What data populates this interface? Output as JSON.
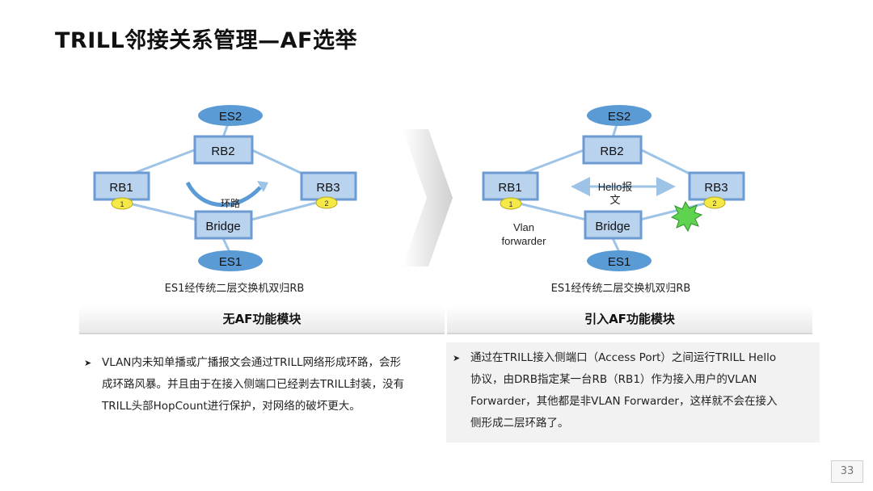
{
  "title": "TRILL邻接关系管理—AF选举",
  "left": {
    "nodes": {
      "es2": "ES2",
      "rb2": "RB2",
      "rb1": "RB1",
      "rb3": "RB3",
      "bridge": "Bridge",
      "es1": "ES1",
      "badge1": "1",
      "badge2": "2"
    },
    "loop_label": "环路",
    "caption": "ES1经传统二层交换机双归RB",
    "section_title": "无AF功能模块",
    "bullet": [
      "VLAN内未知单播或广播报文会通过TRILL网络形成环路，会形",
      "成环路风暴。并且由于在接入侧端口已经剥去TRILL封装，没有",
      "TRILL头部HopCount进行保护，对网络的破坏更大。"
    ]
  },
  "right": {
    "nodes": {
      "es2": "ES2",
      "rb2": "RB2",
      "rb1": "RB1",
      "rb3": "RB3",
      "bridge": "Bridge",
      "es1": "ES1",
      "badge1": "1",
      "badge2": "2"
    },
    "hello_label_1": "Hello报",
    "hello_label_2": "文",
    "vlan_label_1": "Vlan",
    "vlan_label_2": "forwarder",
    "caption": "ES1经传统二层交换机双归RB",
    "section_title": "引入AF功能模块",
    "bullet": [
      "通过在TRILL接入侧端口（Access Port）之间运行TRILL Hello",
      "协议，由DRB指定某一台RB（RB1）作为接入用户的VLAN",
      "Forwarder，其他都是非VLAN Forwarder，这样就不会在接入",
      "侧形成二层环路了。"
    ]
  },
  "page_number": "33",
  "colors": {
    "box_fill": "#b9d3ee",
    "box_stroke": "#6b9bd2",
    "ellipse": "#5b9bd5",
    "link": "#9dc3e6",
    "badge": "#f5e94a",
    "burst": "#5fd34f"
  }
}
